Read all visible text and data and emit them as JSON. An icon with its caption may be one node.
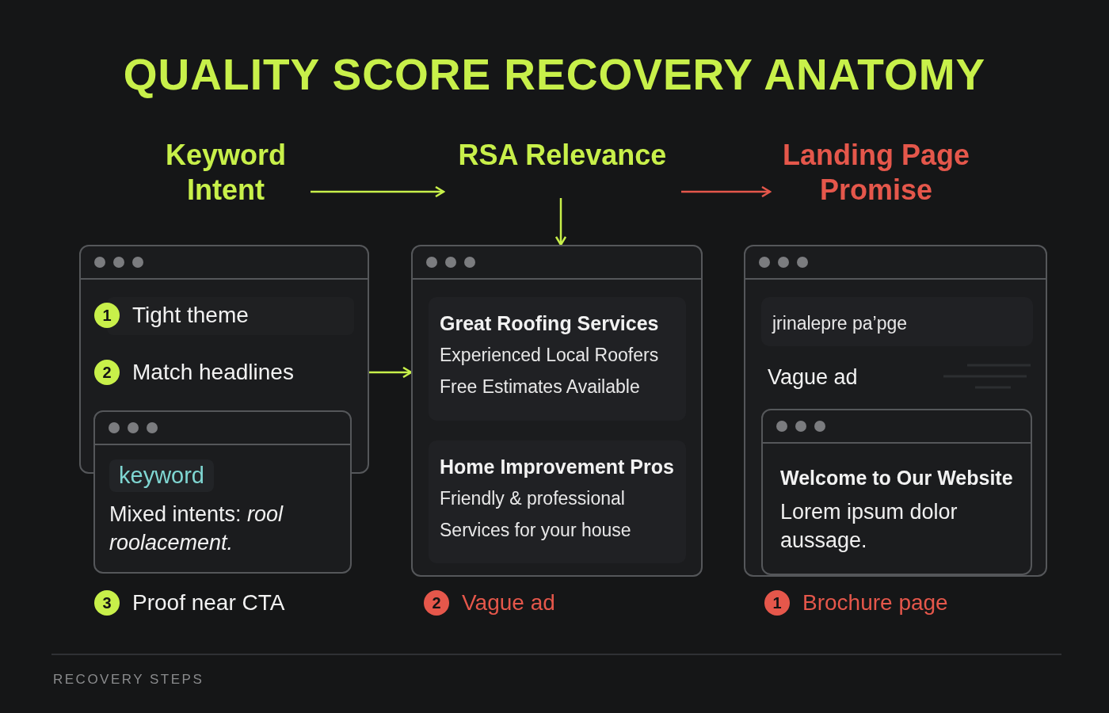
{
  "diagram": {
    "title": "QUALITY SCORE RECOVERY ANATOMY",
    "nodes": [
      {
        "text": [
          "Keyword Intent"
        ]
      },
      {
        "text": [
          "RSA Relevance"
        ]
      },
      {
        "text": [
          "Landing Page Promise"
        ]
      },
      {
        "text": [],
        "shape": "box"
      },
      {
        "text": [
          "1"
        ],
        "beside": [
          "Tight theme"
        ],
        "in": 3
      },
      {
        "text": [
          "2"
        ],
        "beside": [
          "Match headlines"
        ],
        "in": 3
      },
      {
        "text": [
          "keyword",
          "Mixed intents: *rool roolacement.*"
        ]
      },
      {
        "text": [
          "3"
        ],
        "beside": [
          "Proof near CTA"
        ]
      },
      {
        "text": [],
        "shape": "box"
      },
      {
        "text": [
          "Great Roofing Services",
          "Experienced Local Roofers",
          "Free Estimates Available"
        ],
        "in": 8
      },
      {
        "text": [
          "Home Improvement Pros",
          "Friendly & professional",
          "Services for your house"
        ],
        "in": 8
      },
      {
        "text": [
          "2"
        ],
        "beside": [
          "Vague ad"
        ]
      },
      {
        "text": [
          "Vague ad"
        ]
      },
      {
        "text": [
          "jrinalepre pa’pge"
        ],
        "in": 12
      },
      {
        "text": [
          "Welcome to Our Website",
          "Lorem ipsum dolor aussage."
        ],
        "in": 12
      },
      {
        "text": [
          "1"
        ],
        "beside": [
          "Brochure page"
        ]
      }
    ],
    "edges": [
      {
        "from": 0,
        "to": 1,
        "arrow": "to"
      },
      {
        "from": 1,
        "to": 8,
        "arrow": "to"
      },
      {
        "from": 3,
        "to": 8,
        "arrow": "to"
      },
      {
        "from": 1,
        "to": 2,
        "arrow": "to",
        "color": "#e5574b"
      }
    ],
    "labels": [
      "RECOVERY STEPS"
    ]
  }
}
